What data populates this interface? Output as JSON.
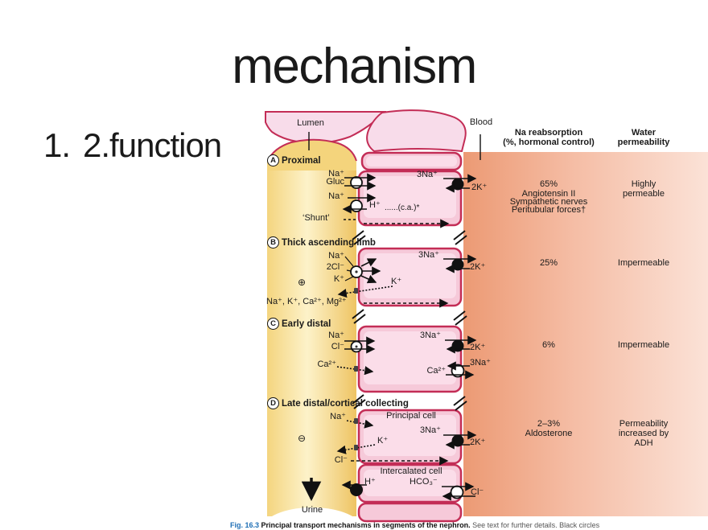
{
  "slide": {
    "title": "mechanism",
    "list_item": {
      "number": "1.",
      "text": "2.function"
    }
  },
  "figure": {
    "column_headers": {
      "lumen": "Lumen",
      "blood": "Blood",
      "na_line1": "Na reabsorption",
      "na_line2": "(%, hormonal control)",
      "water_line1": "Water",
      "water_line2": "permeability"
    },
    "sections": {
      "a": {
        "letter": "A",
        "title": "Proximal",
        "lumen": {
          "na1": "Na⁺",
          "gluc": "Gluc",
          "na2": "Na⁺",
          "h": "H⁺",
          "ca": "......(c.a.)*",
          "shunt": "‘Shunt’"
        },
        "blood": {
          "na3": "3Na⁺",
          "k2": "2K⁺"
        },
        "reabsorption": [
          "65%",
          "Angiotensin II",
          "Sympathetic nerves",
          "Peritubular forces†"
        ],
        "water": [
          "Highly",
          "permeable"
        ]
      },
      "b": {
        "letter": "B",
        "title": "Thick ascending limb",
        "lumen": {
          "na": "Na⁺",
          "cl2": "2Cl⁻",
          "k": "K⁺",
          "plus": "⊕",
          "k_recycle": "K⁺",
          "paracellular": "Na⁺, K⁺, Ca²⁺, Mg²⁺"
        },
        "blood": {
          "na3": "3Na⁺",
          "k2": "2K⁺"
        },
        "reabsorption": [
          "25%"
        ],
        "water": [
          "Impermeable"
        ]
      },
      "c": {
        "letter": "C",
        "title": "Early distal",
        "lumen": {
          "na": "Na⁺",
          "cl": "Cl⁻",
          "ca": "Ca²⁺"
        },
        "blood": {
          "na3": "3Na⁺",
          "k2": "2K⁺",
          "na3_exchanger": "3Na⁺",
          "ca": "Ca²⁺"
        },
        "reabsorption": [
          "6%"
        ],
        "water": [
          "Impermeable"
        ]
      },
      "d": {
        "letter": "D",
        "title": "Late distal/cortical collecting",
        "cells": {
          "principal": "Principal cell",
          "intercalated": "Intercalated cell"
        },
        "lumen": {
          "na": "Na⁺",
          "minus": "⊖",
          "k": "K⁺",
          "cl": "Cl⁻",
          "h": "H⁺"
        },
        "blood": {
          "na3": "3Na⁺",
          "k2": "2K⁺",
          "hco3": "HCO₃⁻",
          "cl": "Cl⁻"
        },
        "reabsorption": [
          "2–3%",
          "Aldosterone"
        ],
        "water": [
          "Permeability",
          "increased by",
          "ADH"
        ]
      }
    },
    "urine_label": "Urine",
    "caption": {
      "fig_label": "Fig. 16.3",
      "title": "Principal transport mechanisms in segments of the nephron.",
      "note": "See text for further details. Black circles"
    },
    "colors": {
      "cell_border": "#c32d56",
      "cell_fill": "#f6c9d9",
      "lumen_yellow": "#f2cd6e",
      "blood_orange": "#ec9a74",
      "caption_blue": "#1f6fb5"
    }
  }
}
